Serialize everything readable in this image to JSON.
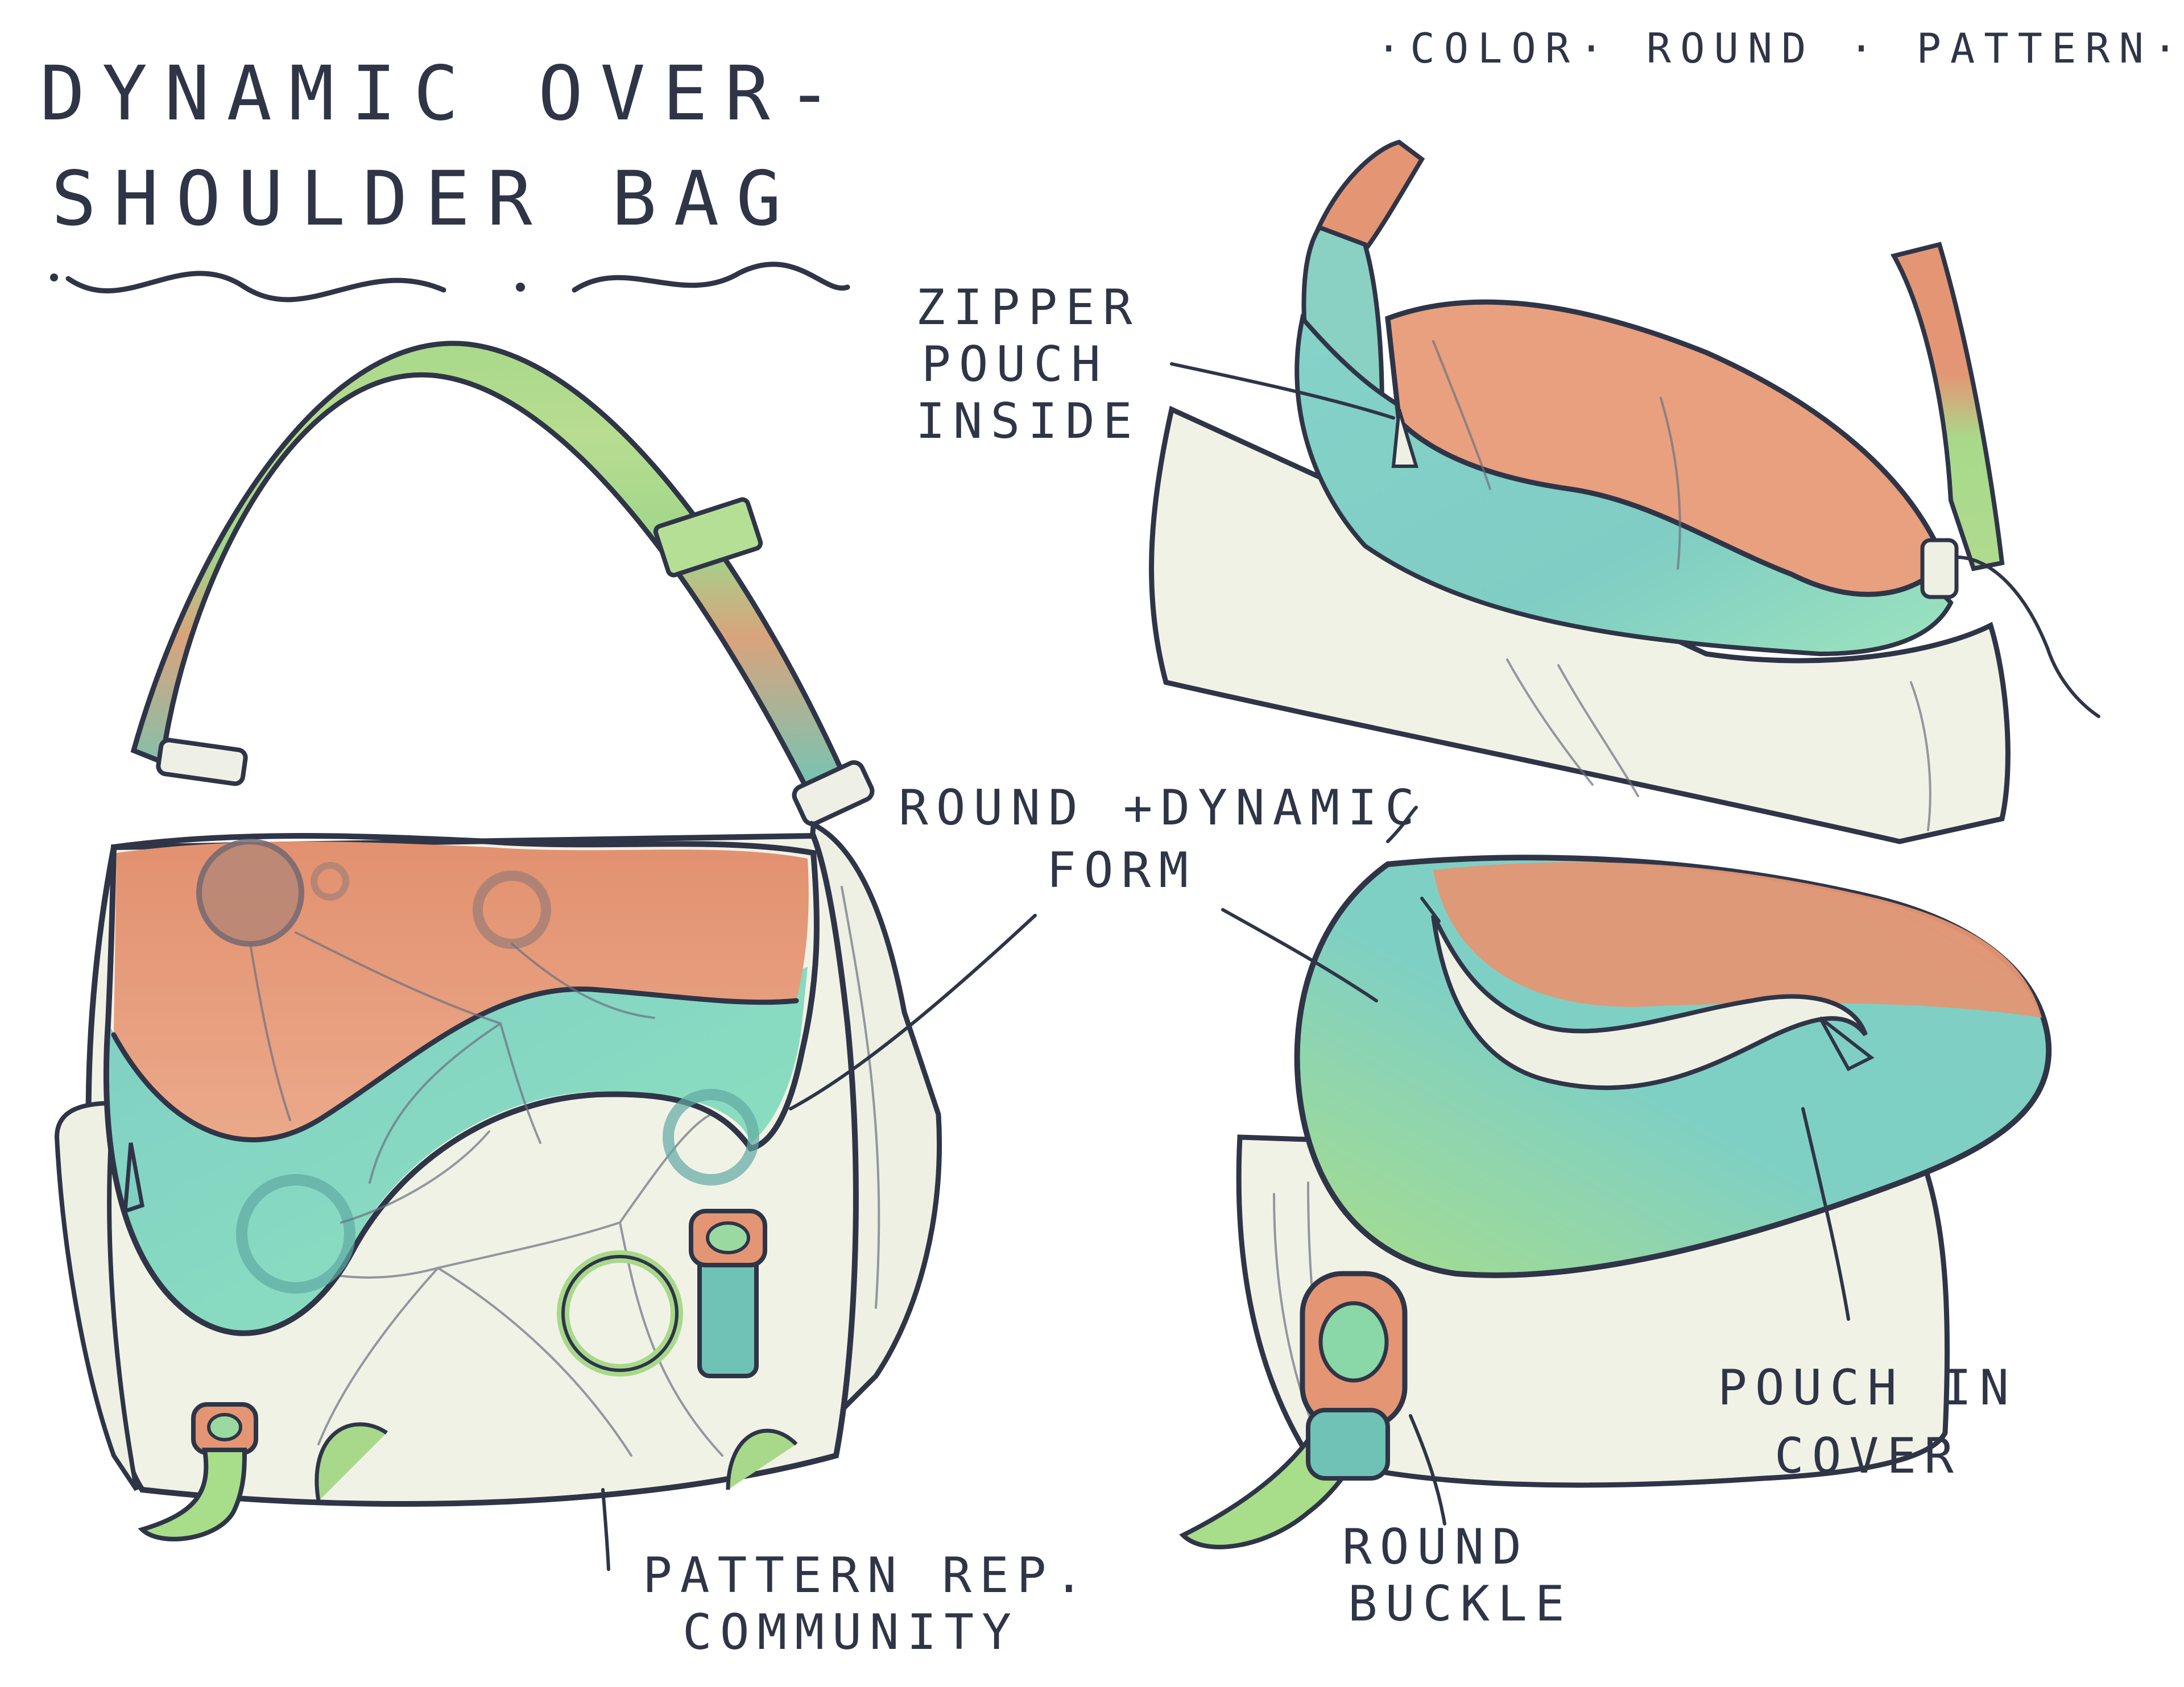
{
  "title": {
    "line1": "DYNAMIC OVER-",
    "line2": "SHOULDER BAG"
  },
  "keywords": "·COLOR· ROUND · PATTERN·",
  "annotations": {
    "zipper": [
      "ZIPPER",
      "POUCH",
      "INSIDE"
    ],
    "form": [
      "ROUND +DYNAMIC",
      "FORM"
    ],
    "pattern": [
      "PATTERN REP.",
      "COMMUNITY"
    ],
    "buckle": [
      "ROUND",
      "BUCKLE"
    ],
    "pouch": [
      "POUCH IN",
      "COVER"
    ]
  },
  "colors": {
    "ink": "#2f3547",
    "orange": "#e49674",
    "teal": "#7fd0c4",
    "mint": "#8fe0bc",
    "green": "#a8d98a",
    "cream": "#f1f2e6"
  }
}
